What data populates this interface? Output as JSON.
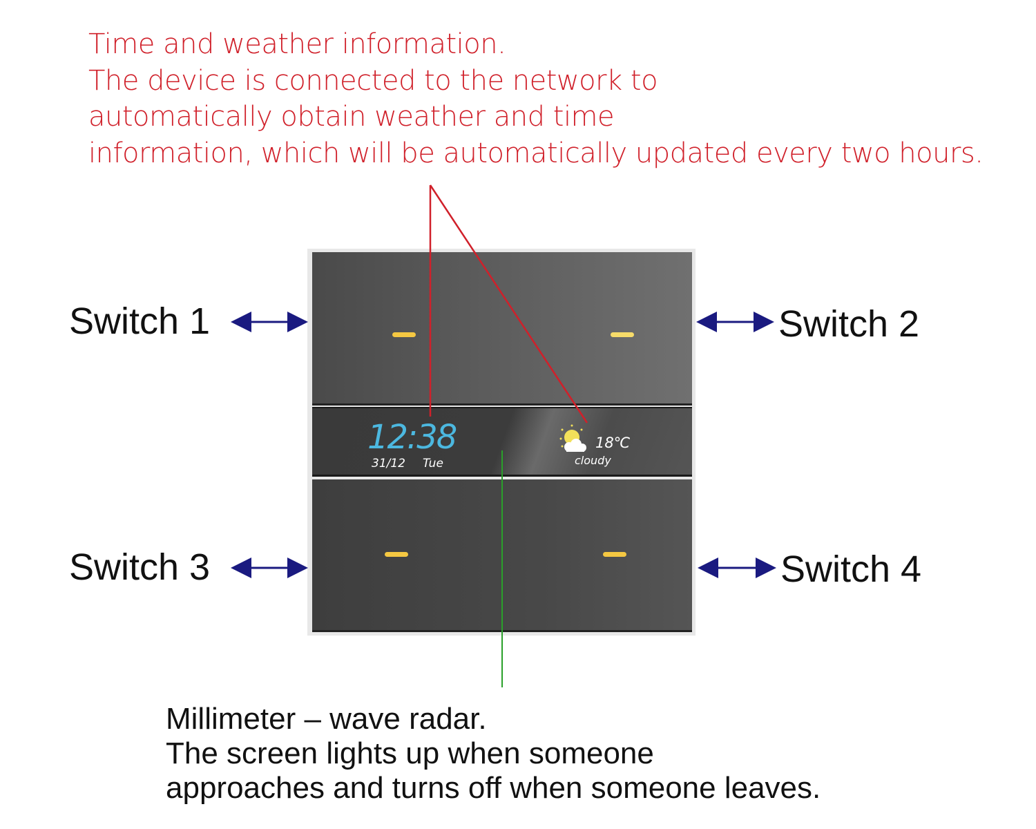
{
  "annotation_top": {
    "lines": [
      "Time and weather information.",
      "The device is connected to the network to",
      "automatically obtain weather and time",
      "information, which will be automatically updated every two hours."
    ],
    "color": "#d0202a"
  },
  "switches": [
    {
      "label": "Switch 1"
    },
    {
      "label": "Switch 2"
    },
    {
      "label": "Switch 3"
    },
    {
      "label": "Switch 4"
    }
  ],
  "screen": {
    "time": "12:38",
    "date": "31/12",
    "weekday": "Tue",
    "temperature": "18℃",
    "weather": "cloudy",
    "weather_icon": "partly-cloudy-icon"
  },
  "annotation_bottom": {
    "lines": [
      "Millimeter – wave radar.",
      "The screen lights up when someone",
      "approaches and turns off when someone leaves."
    ]
  },
  "colors": {
    "arrow": "#1a1a80",
    "led": "#f5c842",
    "clock": "#4cb8e0",
    "radar_line": "#2aa02a"
  }
}
